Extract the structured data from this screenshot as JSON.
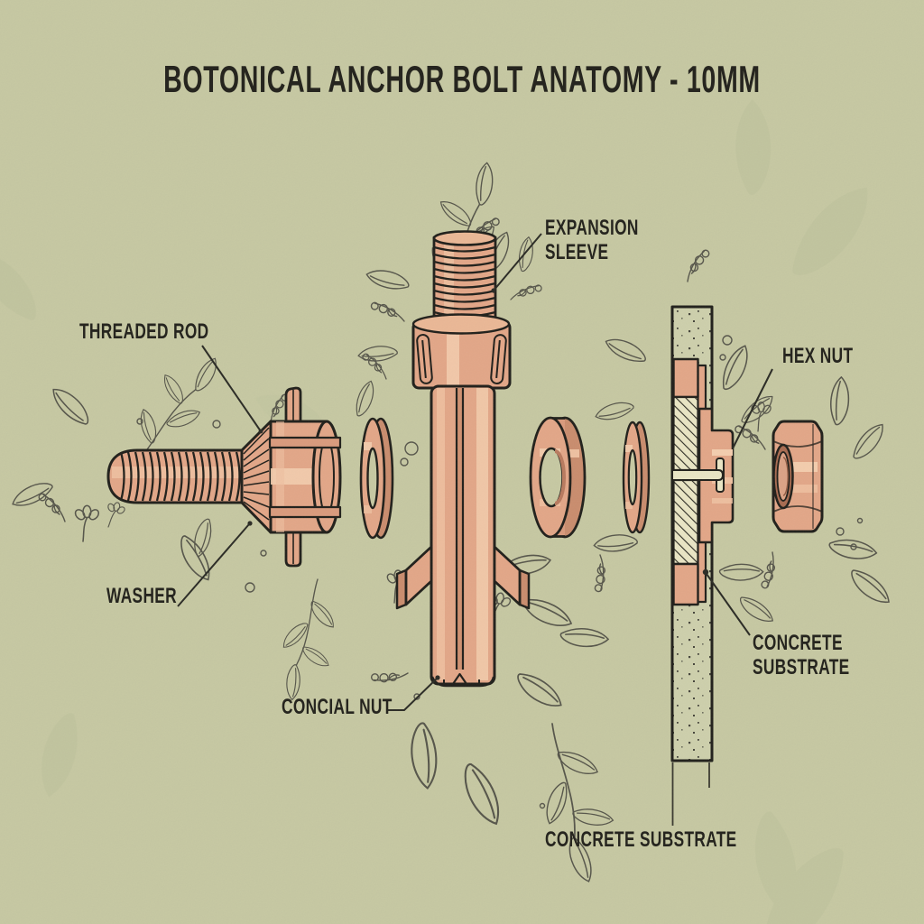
{
  "title": "BOTONICAL ANCHOR BOLT ANATOMY - 10MM",
  "labels": {
    "expansion_sleeve": "EXPANSION SLEEVE",
    "threaded_rod": "THREADED ROD",
    "washer": "WASHER",
    "conical_nut": "CONCIAL NUT",
    "hex_nut": "HEX NUT",
    "concrete_substrate_side": "CONCRETE SUBSTRATE",
    "concrete_substrate_bottom": "CONCRETE SUBSTRATE"
  },
  "colors": {
    "background": "#c6c8a2",
    "copper": "#e2a687",
    "copper_light": "#f3cdae",
    "copper_shadow": "#c98c6d",
    "outline": "#201f1a",
    "text": "#26251f",
    "concrete": "#cdcfab",
    "hatch_background": "#e9e5c4",
    "botanical_line": "#56554a"
  }
}
